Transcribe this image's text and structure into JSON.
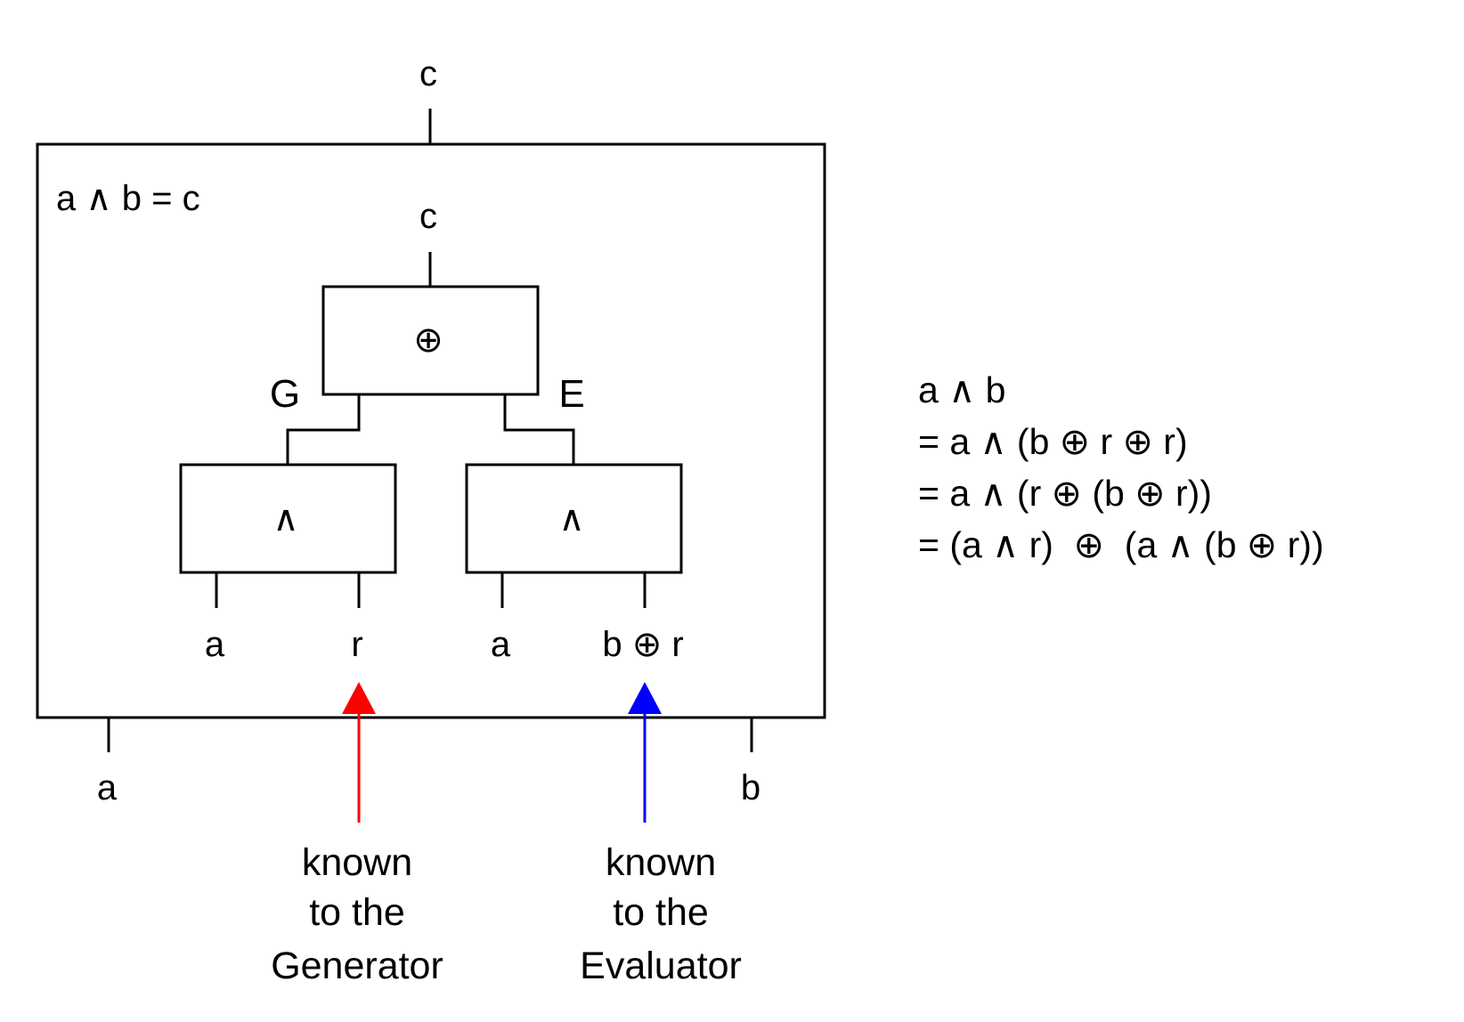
{
  "outer_gate": {
    "output_label": "c",
    "title": "a ∧ b = c",
    "input_a_label": "a",
    "input_b_label": "b"
  },
  "xor_gate": {
    "symbol": "⊕",
    "output_label": "c",
    "left_input_label": "G",
    "right_input_label": "E"
  },
  "and_gate_left": {
    "symbol": "∧",
    "input_1_label": "a",
    "input_2_label": "r"
  },
  "and_gate_right": {
    "symbol": "∧",
    "input_1_label": "a",
    "input_2_label": "b ⊕ r"
  },
  "annotations": {
    "generator": {
      "lines": [
        "known",
        "to the",
        "Generator"
      ],
      "color": "#ff0000"
    },
    "evaluator": {
      "lines": [
        "known",
        "to the",
        "Evaluator"
      ],
      "color": "#0000ff"
    }
  },
  "derivation": {
    "lines": [
      "a ∧ b",
      "= a ∧ (b ⊕ r ⊕ r)",
      "= a ∧ (r ⊕ (b ⊕ r))",
      "= (a ∧ r)  ⊕  (a ∧ (b ⊕ r))"
    ]
  }
}
